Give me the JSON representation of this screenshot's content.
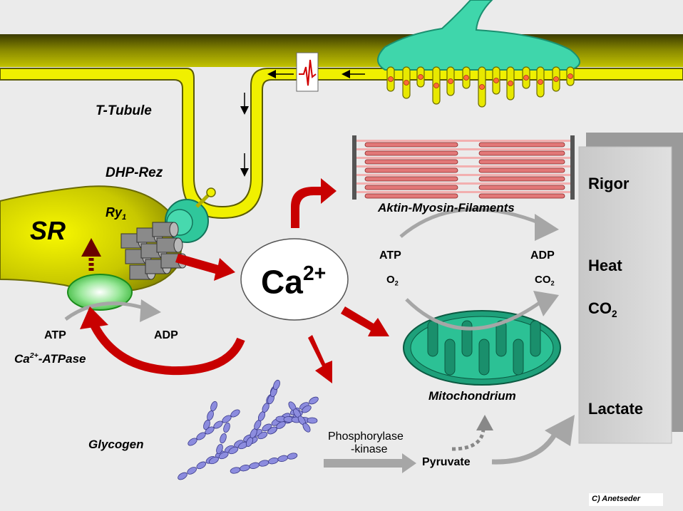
{
  "labels": {
    "t_tubule": "T-Tubule",
    "dhp_rez": "DHP-Rez",
    "ry": "Ry",
    "ry_sub": "1",
    "sr": "SR",
    "atp_left": "ATP",
    "adp_left": "ADP",
    "ca_atpase_sup": "2+",
    "ca_atpase_prefix": "Ca",
    "ca_atpase_suffix": "-ATPase",
    "ca_main": "Ca",
    "ca_main_sup": "2+",
    "aktin_myosin": "Aktin-Myosin-Filaments",
    "atp_right": "ATP",
    "adp_right": "ADP",
    "o2": "O",
    "o2_sub": "2",
    "co2_small": "CO",
    "co2_small_sub": "2",
    "mitochondrium": "Mitochondrium",
    "glycogen": "Glycogen",
    "phosphorylase_line1": "Phosphorylase",
    "phosphorylase_line2": "-kinase",
    "pyruvate": "Pyruvate",
    "copyright": "C) Anetseder"
  },
  "outputs": {
    "rigor": "Rigor",
    "heat": "Heat",
    "co2": "CO",
    "co2_sub": "2",
    "lactate": "Lactate"
  },
  "colors": {
    "background": "#ebebeb",
    "membrane_yellow": "#f0f000",
    "sr_yellow": "#c8c800",
    "teal": "#2fc79b",
    "red_arrow": "#c80000",
    "grey_arrow": "#a6a6a6",
    "panel": "#d4d4d4",
    "glycogen_blue": "#8c8cde"
  },
  "icons": {
    "action_potential": "ecg-spike-icon"
  }
}
